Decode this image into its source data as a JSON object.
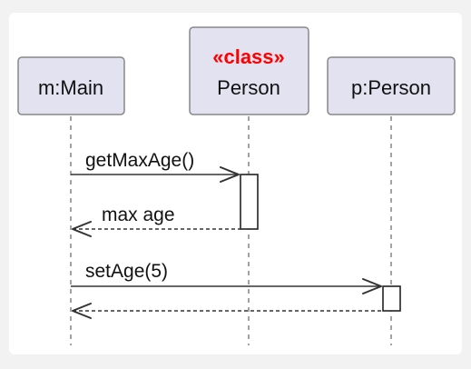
{
  "participants": {
    "main": {
      "label": "m:Main"
    },
    "person_class": {
      "stereotype": "«class»",
      "label": "Person"
    },
    "person_obj": {
      "label": "p:Person"
    }
  },
  "messages": {
    "get_max_age": {
      "label": "getMaxAge()"
    },
    "max_age_return": {
      "label": "max age"
    },
    "set_age": {
      "label": "setAge(5)"
    },
    "set_age_return": {
      "label": ""
    }
  },
  "colors": {
    "participant_fill": "#e2e2f0",
    "stereotype": "#ff0000",
    "background": "#f2f2f2"
  }
}
